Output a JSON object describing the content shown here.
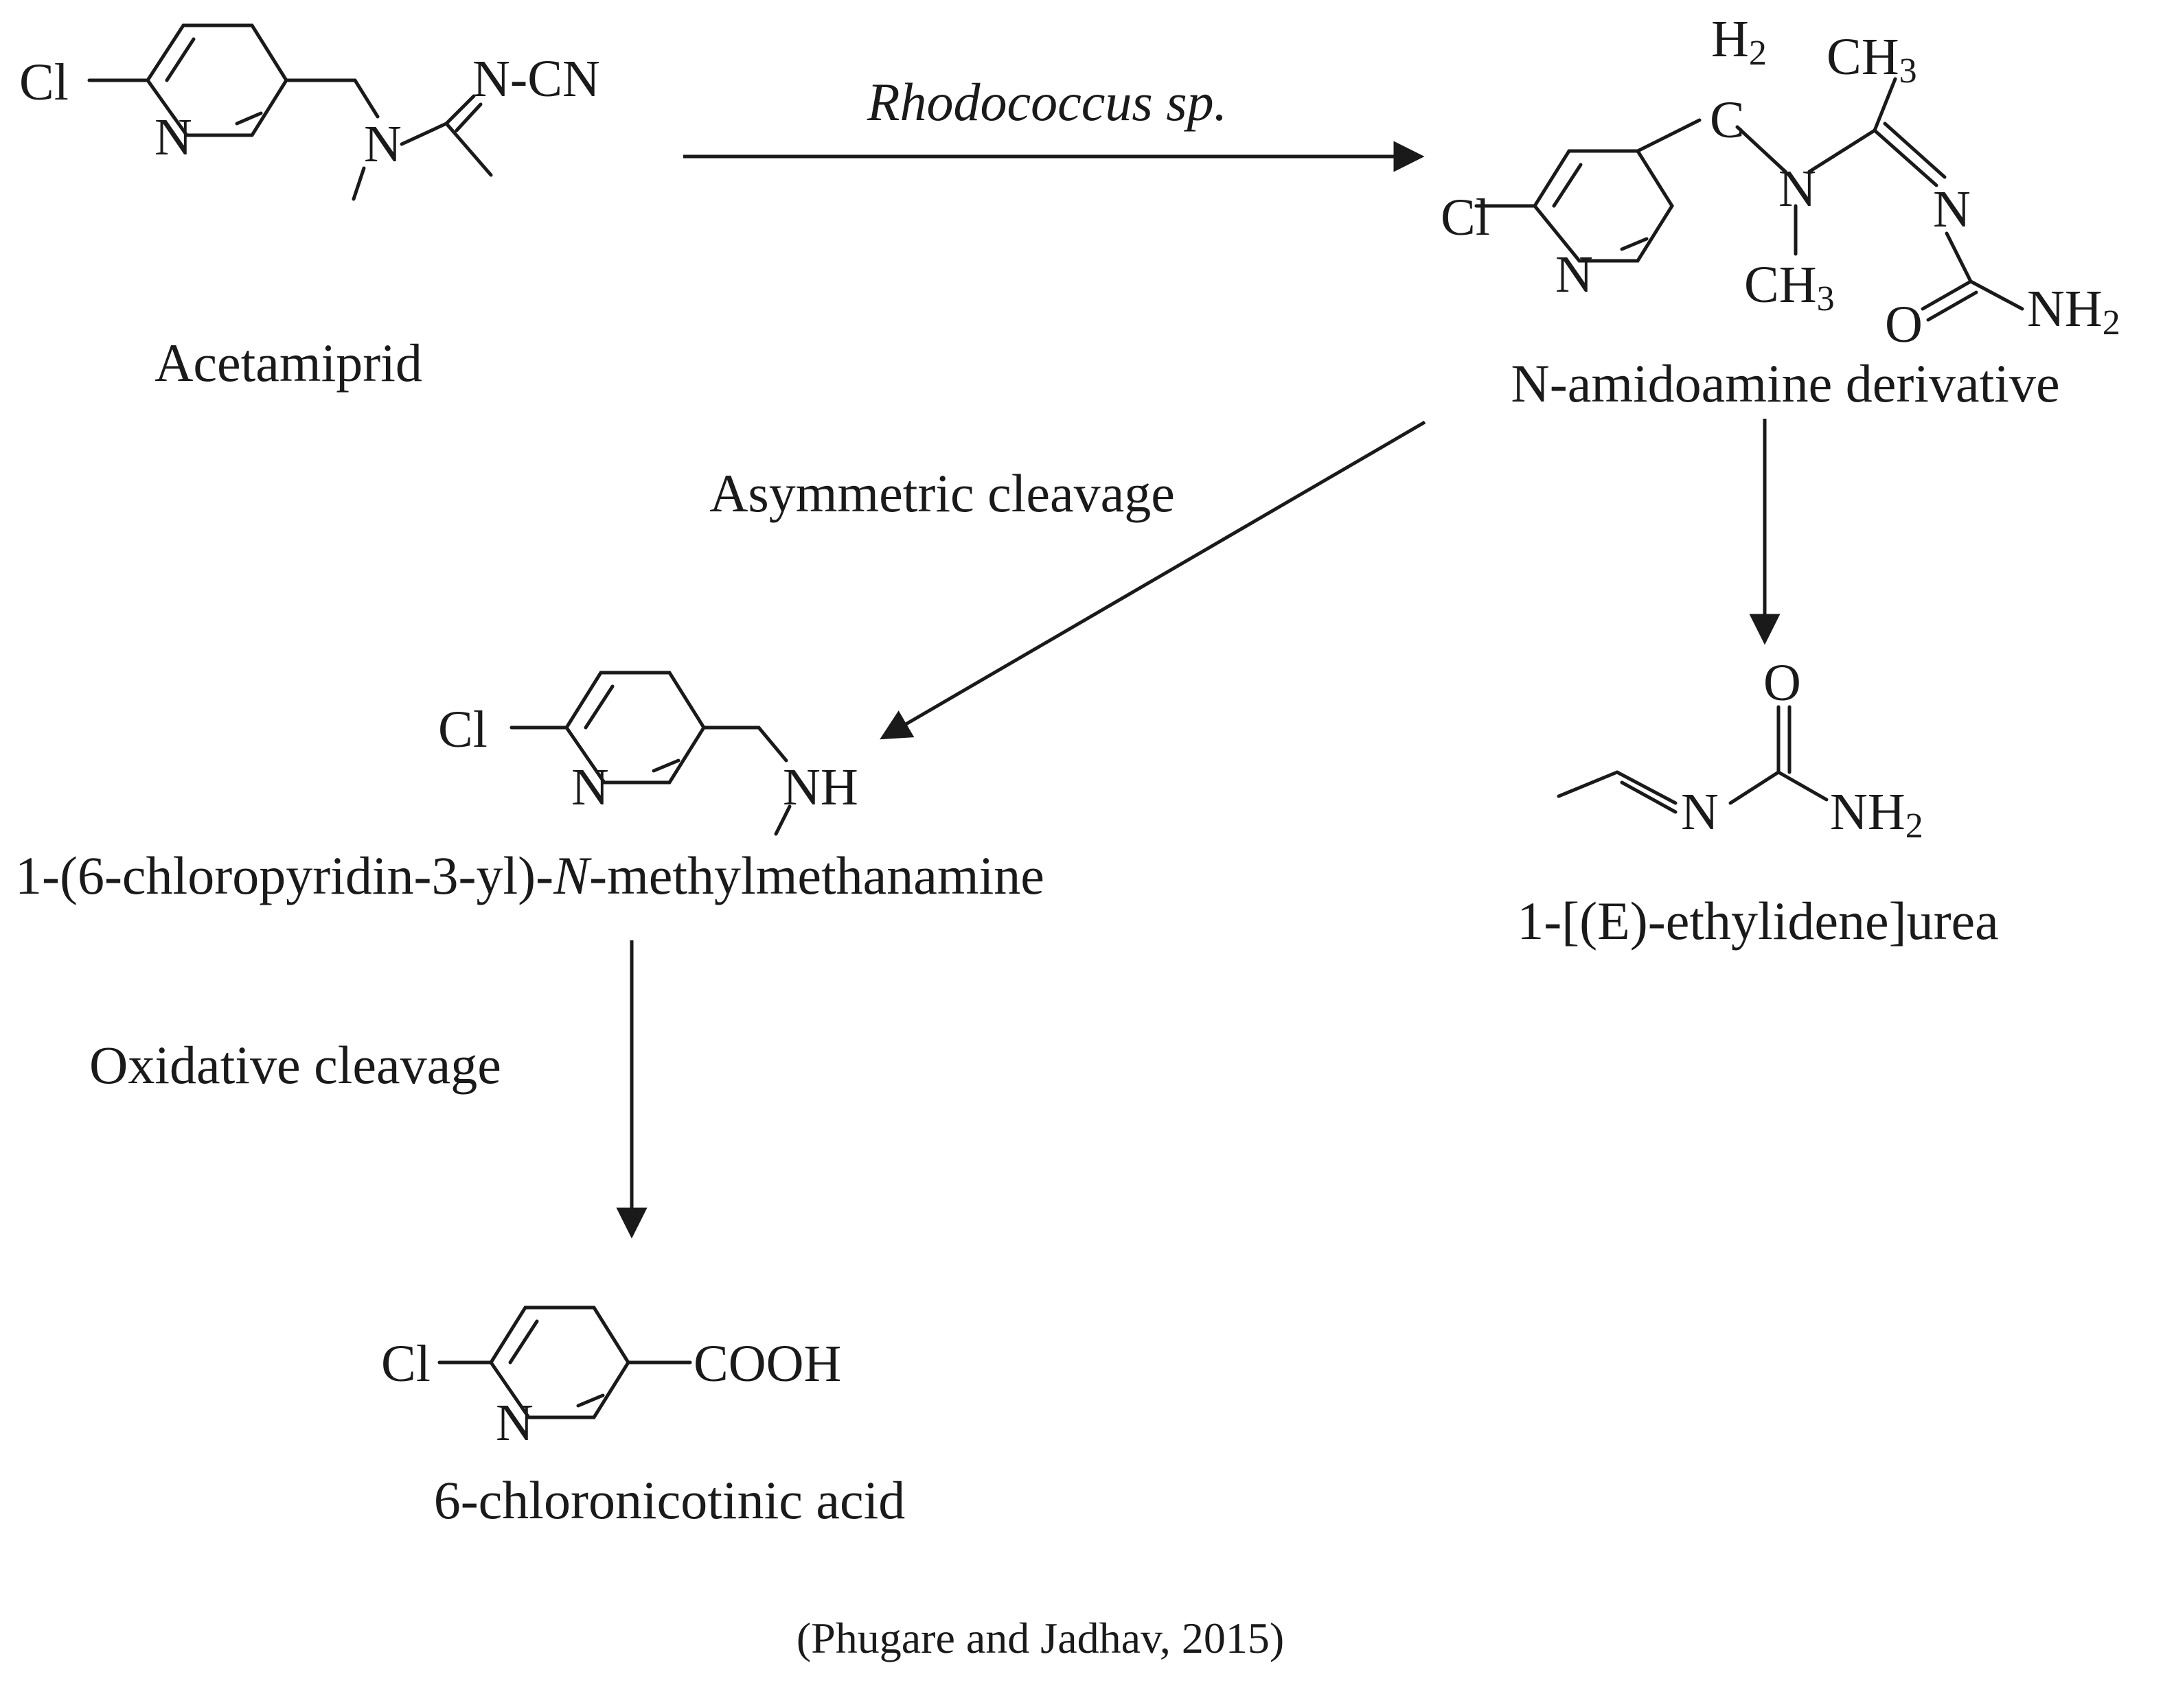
{
  "arrow_labels": {
    "step1": "Rhodococcus sp.",
    "step2": "Asymmetric cleavage",
    "step3": "Oxidative cleavage"
  },
  "compounds": {
    "acetamiprid": "Acetamiprid",
    "amidoamine": "N-amidoamine derivative",
    "methanamine": {
      "prefix": "1-(6-chloropyridin-3-yl)-",
      "italic": "N",
      "suffix": "-methylmethanamine"
    },
    "ethylideneurea": "1-[(E)-ethylidene]urea",
    "chloronicotinic": "6-chloronicotinic acid"
  },
  "citation": "(Phugare and Jadhav, 2015)"
}
